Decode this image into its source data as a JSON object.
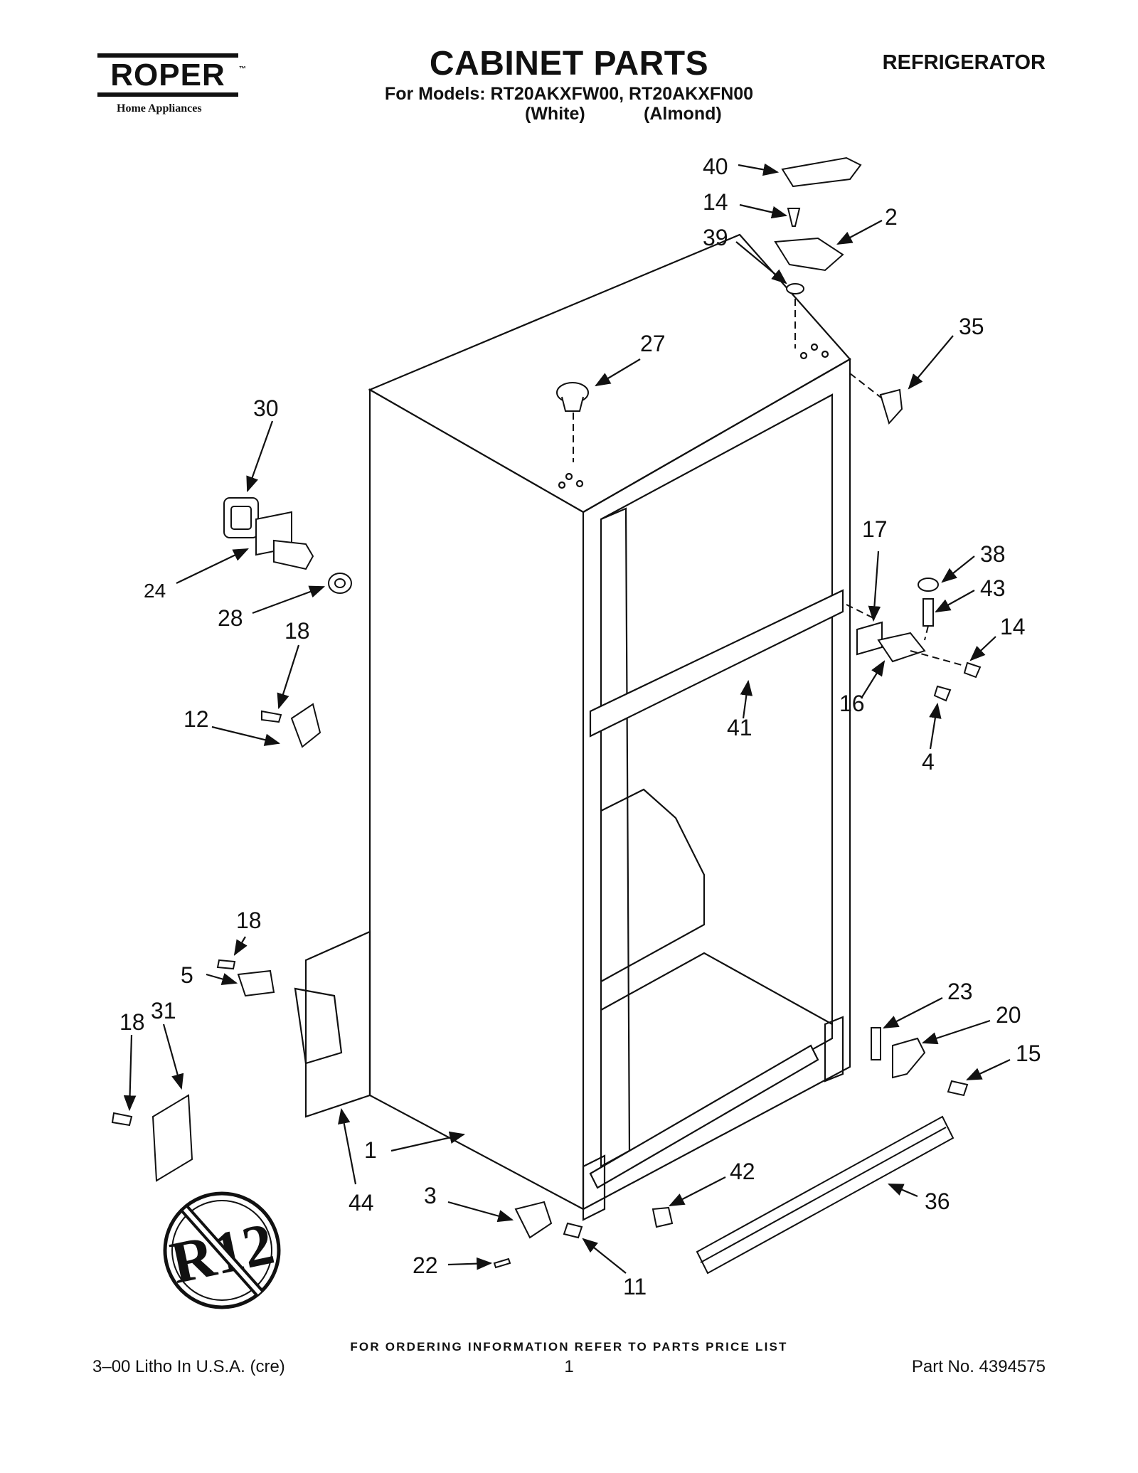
{
  "header": {
    "brand": "ROPER",
    "brand_tm": "™",
    "brand_subtitle": "Home Appliances",
    "title": "CABINET PARTS",
    "product_type": "REFRIGERATOR",
    "models_line": "For Models: RT20AKXFW00, RT20AKXFN00",
    "variant_white": "(White)",
    "variant_almond": "(Almond)"
  },
  "callouts": {
    "c1": "1",
    "c2": "2",
    "c3": "3",
    "c4": "4",
    "c5": "5",
    "c11": "11",
    "c12": "12",
    "c14a": "14",
    "c14b": "14",
    "c15": "15",
    "c16": "16",
    "c17": "17",
    "c18a": "18",
    "c18b": "18",
    "c18c": "18",
    "c20": "20",
    "c22": "22",
    "c23": "23",
    "c24": "24",
    "c27": "27",
    "c28": "28",
    "c30": "30",
    "c31": "31",
    "c35": "35",
    "c36": "36",
    "c38": "38",
    "c39": "39",
    "c40": "40",
    "c41": "41",
    "c42": "42",
    "c43": "43",
    "c44": "44"
  },
  "badge": {
    "text": "R12"
  },
  "footer": {
    "ordering_note": "FOR ORDERING INFORMATION REFER TO PARTS PRICE LIST",
    "litho_note": "3–00 Litho In U.S.A. (cre)",
    "page_number": "1",
    "part_number": "Part No. 4394575"
  }
}
